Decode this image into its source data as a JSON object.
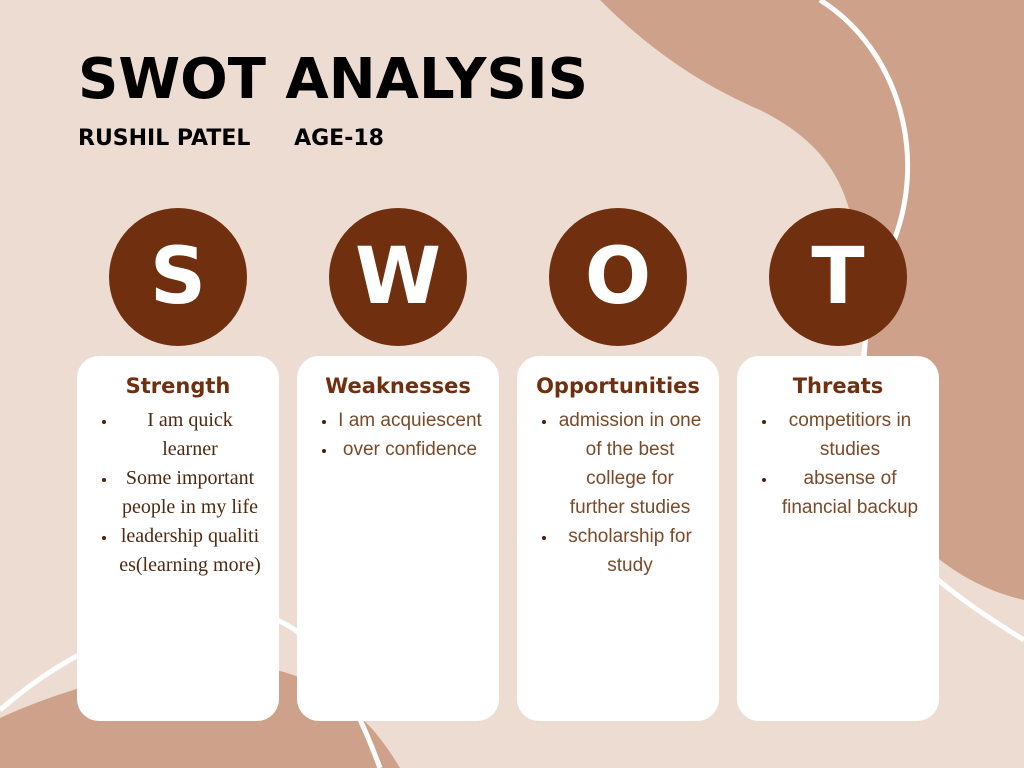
{
  "header": {
    "title": "SWOT ANALYSIS",
    "name": "RUSHIL PATEL",
    "age": "AGE-18"
  },
  "colors": {
    "background": "#ecdcd2",
    "blob": "#cea28a",
    "accent": "#702f0e",
    "card": "#ffffff"
  },
  "quadrants": [
    {
      "letter": "S",
      "heading": "Strength",
      "items": [
        "I am quick learner",
        "Some important people in my life",
        "leadership qualities(learning more)"
      ]
    },
    {
      "letter": "W",
      "heading": "Weaknesses",
      "items": [
        "I am acquiescent",
        "over confidence"
      ]
    },
    {
      "letter": "O",
      "heading": "Opportunities",
      "items": [
        "admission in one of the best college for further studies",
        "scholarship for study"
      ]
    },
    {
      "letter": "T",
      "heading": "Threats",
      "items": [
        "competitiors in studies",
        "absense of financial backup"
      ]
    }
  ]
}
